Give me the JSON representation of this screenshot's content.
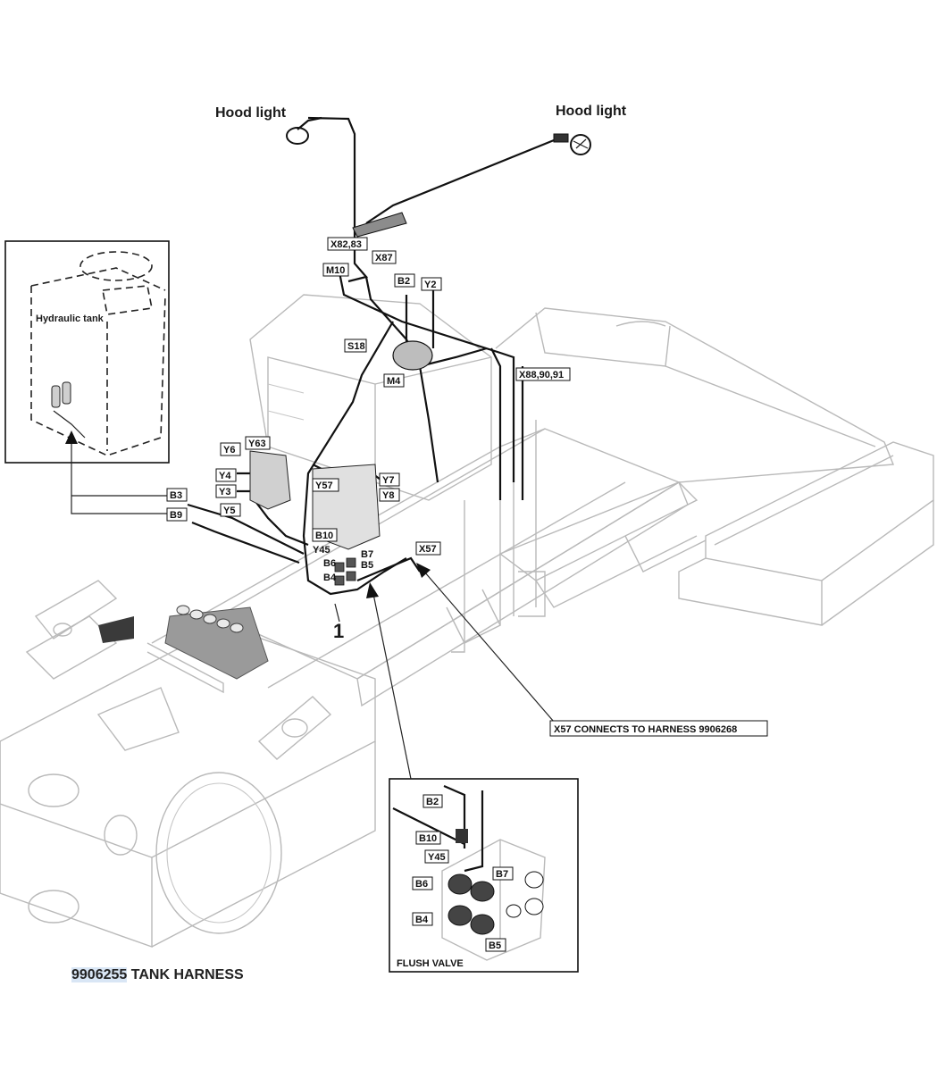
{
  "labels": {
    "hood_light_left": "Hood light",
    "hood_light_right": "Hood light",
    "hydraulic_tank": "Hydraulic tank",
    "callout_1": "1",
    "x57_note": "X57 CONNECTS TO HARNESS 9906268",
    "flush_valve": "FLUSH VALVE"
  },
  "tags": {
    "x82_83": "X82,83",
    "m10": "M10",
    "x87": "X87",
    "b2": "B2",
    "y2": "Y2",
    "s18": "S18",
    "m4": "M4",
    "x88_90_91": "X88,90,91",
    "y6": "Y6",
    "y63": "Y63",
    "y4": "Y4",
    "y3": "Y3",
    "y5": "Y5",
    "y57": "Y57",
    "y7": "Y7",
    "y8": "Y8",
    "b3": "B3",
    "b9": "B9",
    "b10": "B10",
    "y45": "Y45",
    "b7": "B7",
    "b6": "B6",
    "b5": "B5",
    "b4": "B4",
    "x57": "X57"
  },
  "inset": {
    "b2": "B2",
    "b10": "B10",
    "y45": "Y45",
    "b7": "B7",
    "b6": "B6",
    "b4": "B4",
    "b5": "B5"
  },
  "caption": {
    "part_number": "9906255",
    "title": " TANK HARNESS"
  },
  "colors": {
    "wire": "#111111",
    "frame": "#b9b9b9",
    "valve_block": "#9a9a9a",
    "highlight": "#d9e6f5"
  }
}
